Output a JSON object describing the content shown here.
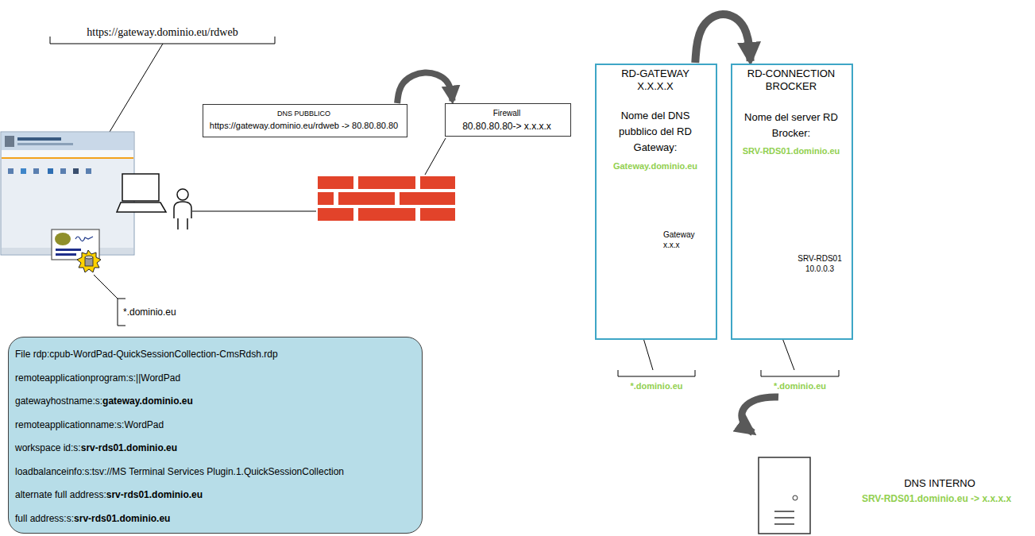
{
  "diagram": {
    "nodes": [
      {
        "text": [
          "DNS PUBBLICO",
          "https://gateway.dominio.eu/rdweb -> 80.80.80.80"
        ]
      },
      {
        "text": [
          "Firewall",
          "80.80.80.80-> x.x.x.x"
        ]
      },
      {
        "text": [
          "RD-GATEWAY X.X.X.X",
          "Nome del DNS pubblico del RD Gateway:",
          "Gateway.dominio.eu",
          "Gateway x.x.x"
        ]
      },
      {
        "text": [
          "RD-CONNECTION BROCKER",
          "Nome del server RD Brocker:",
          "SRV-RDS01.dominio.eu",
          "SRV-RDS01 10.0.0.3"
        ]
      },
      {
        "text": [
          "File rdp:cpub-WordPad-QuickSessionCollection-CmsRdsh.rdp",
          "remoteapplicationprogram:s:||WordPad",
          "gatewayhostname:s:",
          "gateway.dominio.eu",
          "remoteapplicationname:s:WordPad",
          "workspace id:s:",
          "srv-rds01.dominio.eu",
          "loadbalanceinfo:s:tsv://MS Terminal Services Plugin.1.QuickSessionCollection",
          "alternate full address:",
          "srv-rds01.dominio.eu",
          "full address:s:",
          "srv-rds01.dominio.eu"
        ]
      }
    ],
    "edges": [
      {
        "from": 0,
        "to": 1,
        "arrow": "to"
      },
      {
        "from": 2,
        "to": 3,
        "arrow": "to"
      }
    ],
    "labels": [
      "https://gateway.dominio.eu/rdweb",
      "*.dominio.eu",
      "*.dominio.eu",
      "*.dominio.eu",
      "DNS INTERNO",
      "SRV-RDS01.dominio.eu -> x.x.x.x"
    ]
  }
}
